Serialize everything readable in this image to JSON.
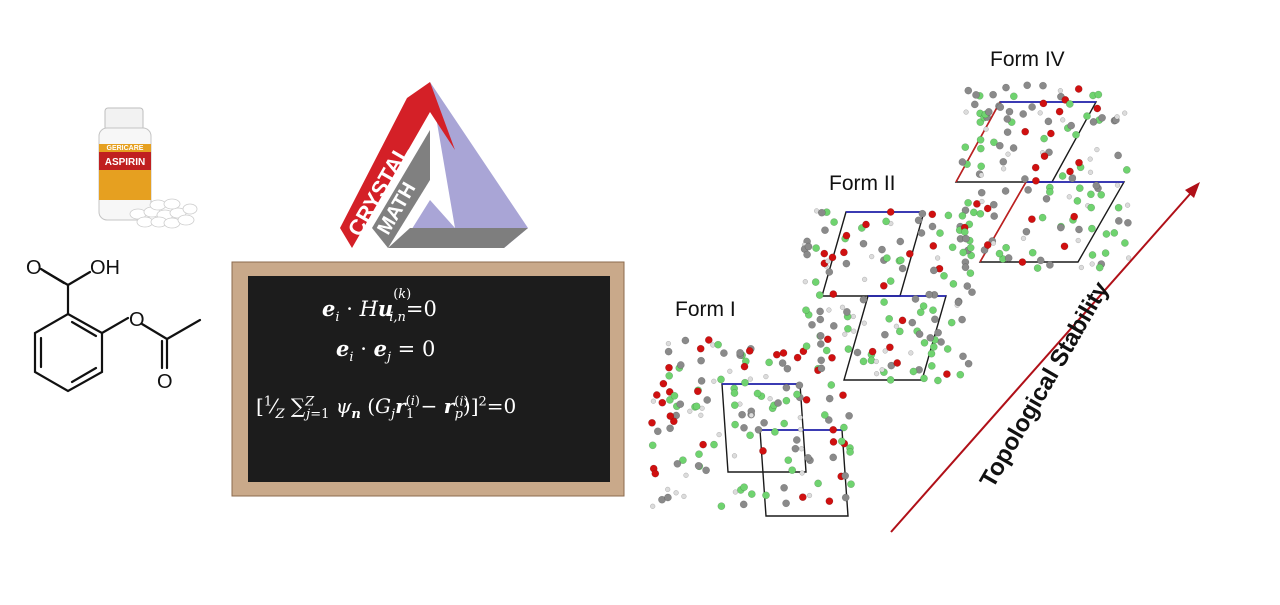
{
  "molecule": {
    "carboxyl_o": "O",
    "carboxyl_oh": "OH",
    "ester_o": "O",
    "carbonyl_o": "O"
  },
  "bottle": {
    "brand": "GERICARE",
    "product": "ASPIRIN"
  },
  "logo": {
    "word1": "CRYSTAL",
    "word2": "MATH"
  },
  "equations": {
    "eq1_rhs": "=0",
    "eq2_rhs": "= 0",
    "eq3_rhs": "=0"
  },
  "forms": {
    "form1": "Form I",
    "form2": "Form II",
    "form4": "Form IV"
  },
  "axis": {
    "label": "Topological Stability"
  },
  "colors": {
    "arrow": "#b01018",
    "board": "#1c1c1c",
    "frame": "#c9a98a",
    "logo_red": "#d42027",
    "logo_grey": "#808080",
    "logo_lavender": "#a9a5d6",
    "atom_green": "#6fd36f",
    "atom_grey": "#8a8a8a",
    "atom_red": "#d01010",
    "atom_white": "#dcdcdc",
    "cell_blue": "#2020c0"
  }
}
